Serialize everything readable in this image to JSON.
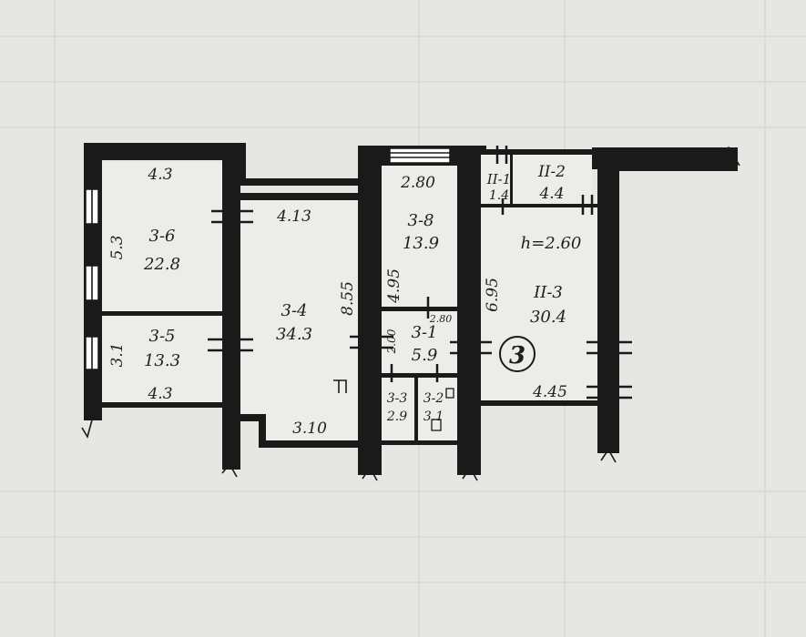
{
  "apartment_number": "3",
  "rooms": [
    {
      "id": "room-3-6",
      "name": "3-6",
      "area": "22.8"
    },
    {
      "id": "room-3-5",
      "name": "3-5",
      "area": "13.3"
    },
    {
      "id": "room-3-4",
      "name": "3-4",
      "area": "34.3"
    },
    {
      "id": "room-3-8",
      "name": "3-8",
      "area": "13.9"
    },
    {
      "id": "room-3-1",
      "name": "3-1",
      "area": "5.9"
    },
    {
      "id": "room-3-3",
      "name": "3-3",
      "area": "2.9"
    },
    {
      "id": "room-3-2",
      "name": "3-2",
      "area": "3.1"
    },
    {
      "id": "room-ii-1",
      "name": "II-1",
      "area": "1.4"
    },
    {
      "id": "room-ii-2",
      "name": "II-2",
      "area": "4.4"
    },
    {
      "id": "room-ii-3",
      "name": "II-3",
      "area": "30.4"
    }
  ],
  "dimensions": {
    "d_4_3_top": "4.3",
    "d_5_3": "5.3",
    "d_3_1": "3.1",
    "d_4_3_bottom": "4.3",
    "d_4_13": "4.13",
    "d_8_55": "8.55",
    "d_3_10": "3.10",
    "d_2_80_top": "2.80",
    "d_4_95": "4.95",
    "d_2_80_small": "2.80",
    "d_2_00": "2.00",
    "d_6_95": "6.95",
    "d_4_45": "4.45",
    "ceiling_height": "h=2.60"
  }
}
